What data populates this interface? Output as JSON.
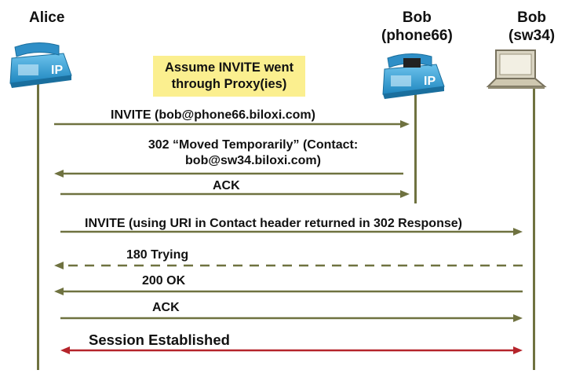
{
  "participants": {
    "alice": {
      "name": "Alice",
      "icon": "ip-phone-icon",
      "phone_text": "IP"
    },
    "bob_phone": {
      "name": "Bob",
      "subname": "(phone66)",
      "icon": "ip-phone-icon",
      "phone_text": "IP"
    },
    "bob_sw": {
      "name": "Bob",
      "subname": "(sw34)",
      "icon": "laptop-icon"
    }
  },
  "note": {
    "line1": "Assume INVITE went",
    "line2": "through Proxy(ies)"
  },
  "messages": {
    "invite1": "INVITE (bob@phone66.biloxi.com)",
    "moved_line1": "302 “Moved Temporarily” (Contact:",
    "moved_line2": "bob@sw34.biloxi.com)",
    "ack1": "ACK",
    "invite2": "INVITE (using URI in Contact header returned in 302 Response)",
    "trying": "180 Trying",
    "ok": "200 OK",
    "ack2": "ACK",
    "session": "Session Established"
  },
  "colors": {
    "arrow": "#6f7240",
    "session_arrow": "#b5242b",
    "note_bg": "#fbef8f",
    "phone_blue": "#3fa6d6"
  }
}
